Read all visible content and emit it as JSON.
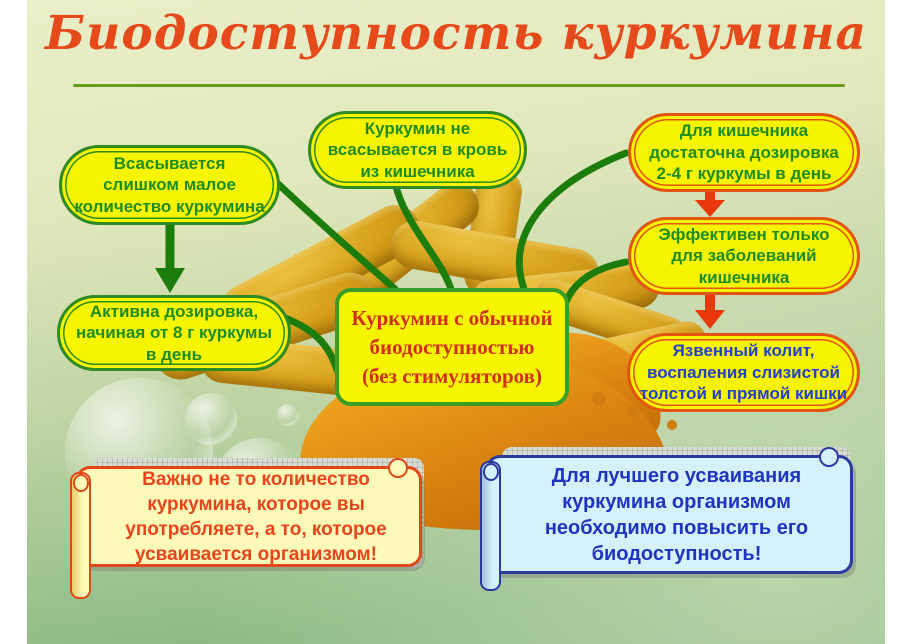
{
  "page": {
    "title": "Биодоступность куркумина"
  },
  "colors": {
    "title_text": "#e6491a",
    "underline": "#6b9c1c",
    "bg_top": "#eaeec8",
    "bg_bottom": "#8cba84",
    "bubble_fill": "#f7f400",
    "green_border": "#2e8b22",
    "green_text": "#1f8c1f",
    "orange_border": "#e25510",
    "blue_text": "#2442c8",
    "center_text": "#d03018",
    "arrow_red": "#e8380c",
    "connector_green": "#1c7d0d",
    "turmeric_root": "#d5a01b",
    "turmeric_powder": "#d98410",
    "scroll_left_fill": "#fdf9b8",
    "scroll_left_border": "#e04818",
    "scroll_left_text": "#e8451c",
    "scroll_right_fill": "#d4f1fc",
    "scroll_right_border": "#2b3a9e",
    "scroll_right_text": "#1f35bf"
  },
  "bubbles": {
    "top_left": {
      "lines": [
        "Всасывается",
        "слишком малое",
        "количество куркумина"
      ]
    },
    "top_middle": {
      "lines": [
        "Куркумин не",
        "всасывается в кровь",
        "из кишечника"
      ]
    },
    "top_right": {
      "lines": [
        "Для кишечника",
        "достаточна дозировка",
        "2-4 г куркумы в день"
      ]
    },
    "left_middle": {
      "lines": [
        "Активна дозировка,",
        "начиная от 8 г куркумы",
        "в день"
      ]
    },
    "right_middle": {
      "lines": [
        "Эффективен только",
        "для заболеваний",
        "кишечника"
      ]
    },
    "right_bottom": {
      "lines": [
        "Язвенный колит,",
        "воспаления слизистой",
        "толстой и прямой кишки"
      ]
    }
  },
  "center_box": {
    "lines": [
      "Куркумин с обычной",
      "биодоступностью",
      "(без стимуляторов)"
    ]
  },
  "scrolls": {
    "left": {
      "lines": [
        "Важно не то количество",
        "куркумина, которое вы",
        "употребляете, а то, которое",
        "усваивается организмом!"
      ]
    },
    "right": {
      "lines": [
        "Для лучшего усваивания",
        "куркумина организмом",
        "необходимо повысить его",
        "биодоступность!"
      ]
    }
  }
}
